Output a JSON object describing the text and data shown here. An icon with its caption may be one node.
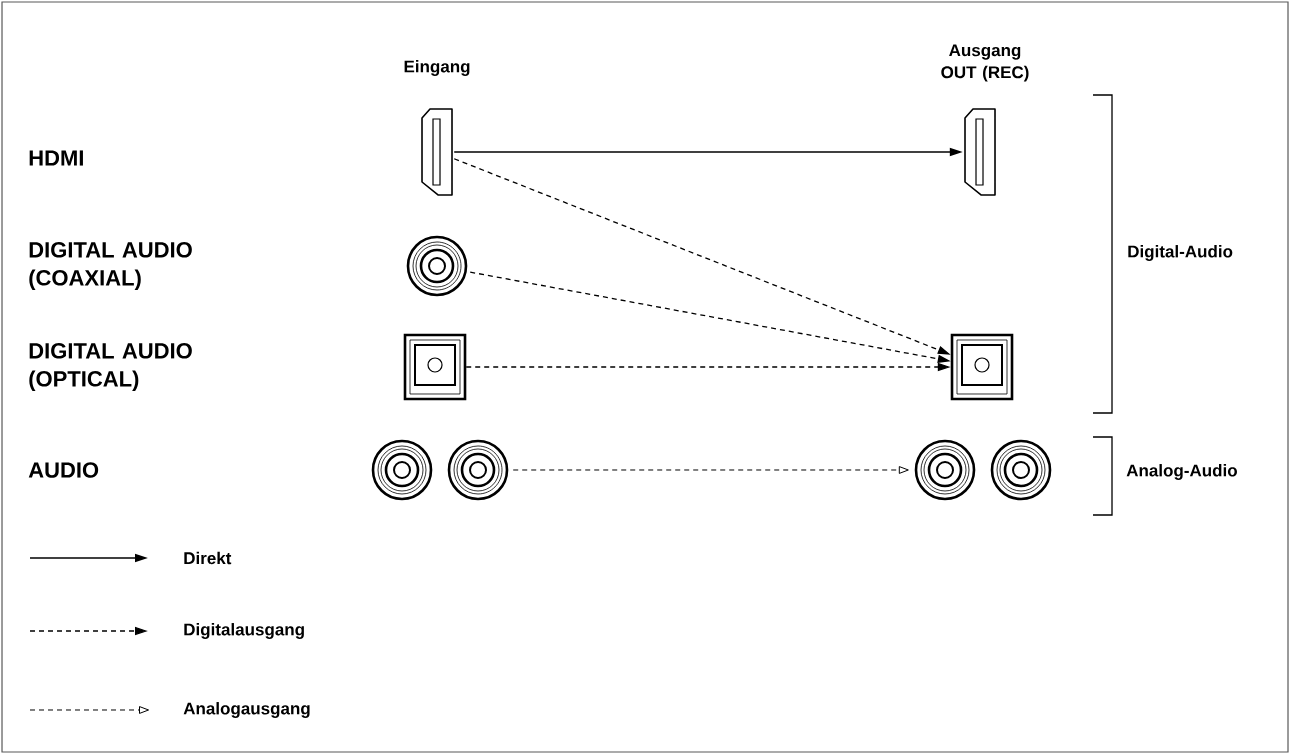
{
  "diagram": {
    "nodes": [
      {
        "text": [],
        "shape": "socket"
      },
      {
        "text": [],
        "shape": "socket"
      },
      {
        "text": [],
        "shape": "socket"
      },
      {
        "text": [],
        "shape": "socket"
      },
      {
        "text": [],
        "shape": "socket"
      },
      {
        "text": [],
        "shape": "socket"
      },
      {
        "text": [],
        "shape": "socket"
      }
    ],
    "edges": [
      {
        "from": 0,
        "to": 4,
        "arrow": "to"
      },
      {
        "from": 0,
        "to": 5,
        "arrow": "to",
        "style": "dashed"
      },
      {
        "from": 1,
        "to": 5,
        "arrow": "to",
        "style": "dashed"
      },
      {
        "from": 2,
        "to": 5,
        "arrow": "to",
        "style": "dashed"
      },
      {
        "from": 3,
        "to": 6,
        "arrow": "to",
        "style": "dashed"
      }
    ],
    "labels": [
      "Eingang",
      "Ausgang OUT (REC)",
      "HDMI",
      "DIGITAL AUDIO (COAXIAL)",
      "Digital-Audio",
      "DIGITAL AUDIO (OPTICAL)",
      "AUDIO",
      "Analog-Audio"
    ],
    "legend": [
      {
        "text": "Direkt"
      },
      {
        "text": "Digitalausgang"
      },
      {
        "text": "Analogausgang"
      }
    ]
  }
}
